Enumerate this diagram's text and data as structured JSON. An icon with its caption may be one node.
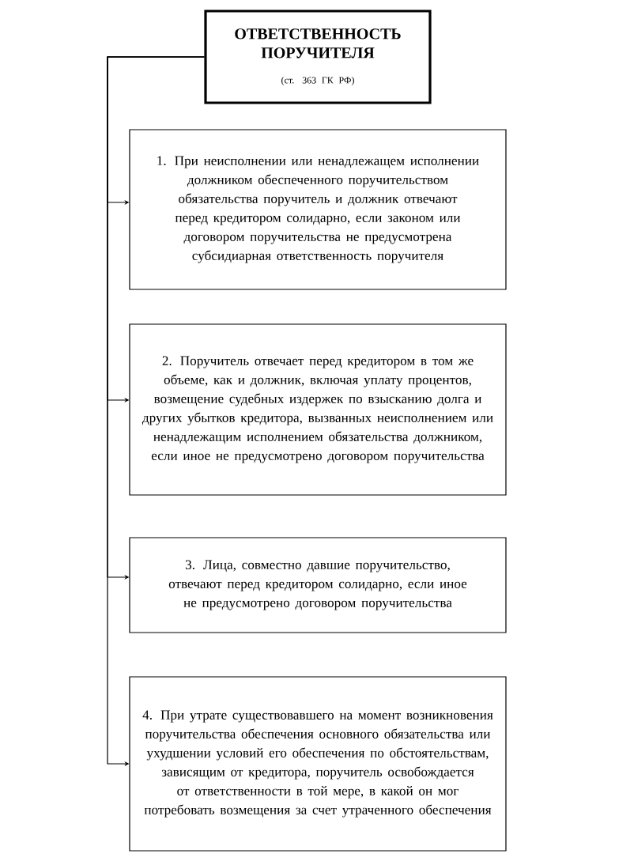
{
  "diagram": {
    "nodes": [
      {
        "text": [
          "ОТВЕТСТВЕННОСТЬ ПОРУЧИТЕЛЯ",
          "(ст. 363 ГК РФ)"
        ]
      },
      {
        "text": [
          "1. При неисполнении или ненадлежащем исполнении должником обеспеченного поручительством обязательства поручитель и должник отвечают перед кредитором солидарно, если законом или договором поручительства не предусмотрена субсидиарная ответственность поручителя"
        ]
      },
      {
        "text": [
          "2. Поручитель отвечает перед кредитором в том же объеме, как и должник, включая уплату процентов, возмещение судебных издержек по взысканию долга и других убытков кредитора, вызванных неисполнением или ненадлежащим исполнением обязательства должником, если иное не предусмотрено договором поручительства"
        ]
      },
      {
        "text": [
          "3. Лица, совместно давшие поручительство, отвечают перед кредитором солидарно, если иное не предусмотрено договором поручительства"
        ]
      },
      {
        "text": [
          "4. При утрате существовавшего на момент возникновения поручительства обеспечения основного обязательства или ухудшении условий его обеспечения по обстоятельствам, зависящим от кредитора, поручитель освобождается от ответственности в той мере, в какой он мог потребовать возмещения за счет утраченного обеспечения"
        ]
      }
    ],
    "edges": [
      {
        "from": 0,
        "to": 1,
        "arrow": "to"
      },
      {
        "from": 0,
        "to": 2,
        "arrow": "to"
      },
      {
        "from": 0,
        "to": 3,
        "arrow": "to"
      },
      {
        "from": 0,
        "to": 4,
        "arrow": "to"
      }
    ]
  }
}
